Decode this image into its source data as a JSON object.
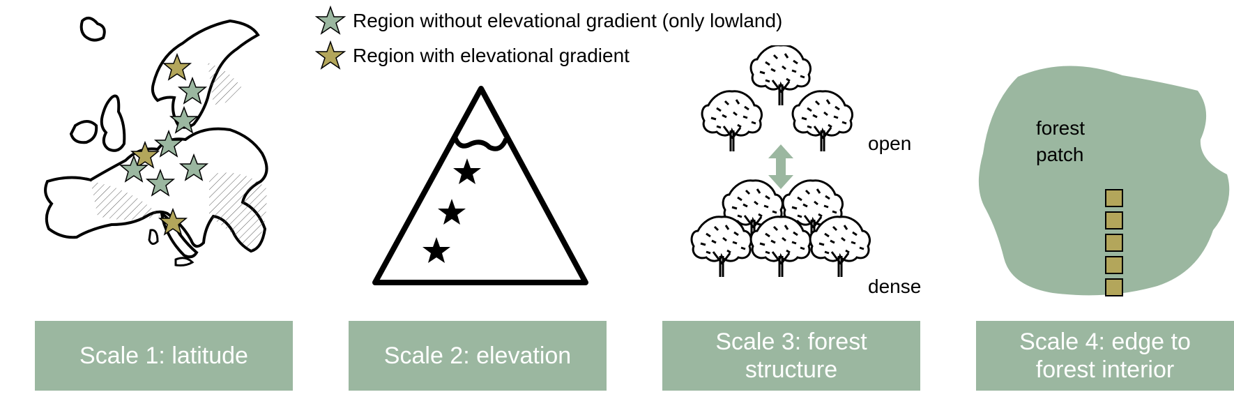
{
  "legend": {
    "items": [
      {
        "label": "Region without elevational gradient (only lowland)",
        "color": "#9bb7a0"
      },
      {
        "label": "Region with elevational gradient",
        "color": "#b3a65b"
      }
    ]
  },
  "scale3": {
    "open_label": "open",
    "dense_label": "dense",
    "arrow_color": "#9bb7a0"
  },
  "scale4": {
    "patch_label_line1": "forest",
    "patch_label_line2": "patch",
    "patch_color": "#9bb7a0",
    "square_color": "#b3a65b",
    "square_count": 5
  },
  "panels": [
    {
      "line1": "Scale 1: latitude",
      "line2": ""
    },
    {
      "line1": "Scale 2: elevation",
      "line2": ""
    },
    {
      "line1": "Scale 3: forest",
      "line2": "structure"
    },
    {
      "line1": "Scale 4: edge to",
      "line2": "forest interior"
    }
  ],
  "colors": {
    "box_fill": "#9bb7a0",
    "star_green": "#9bb7a0",
    "star_gold": "#b3a65b"
  }
}
